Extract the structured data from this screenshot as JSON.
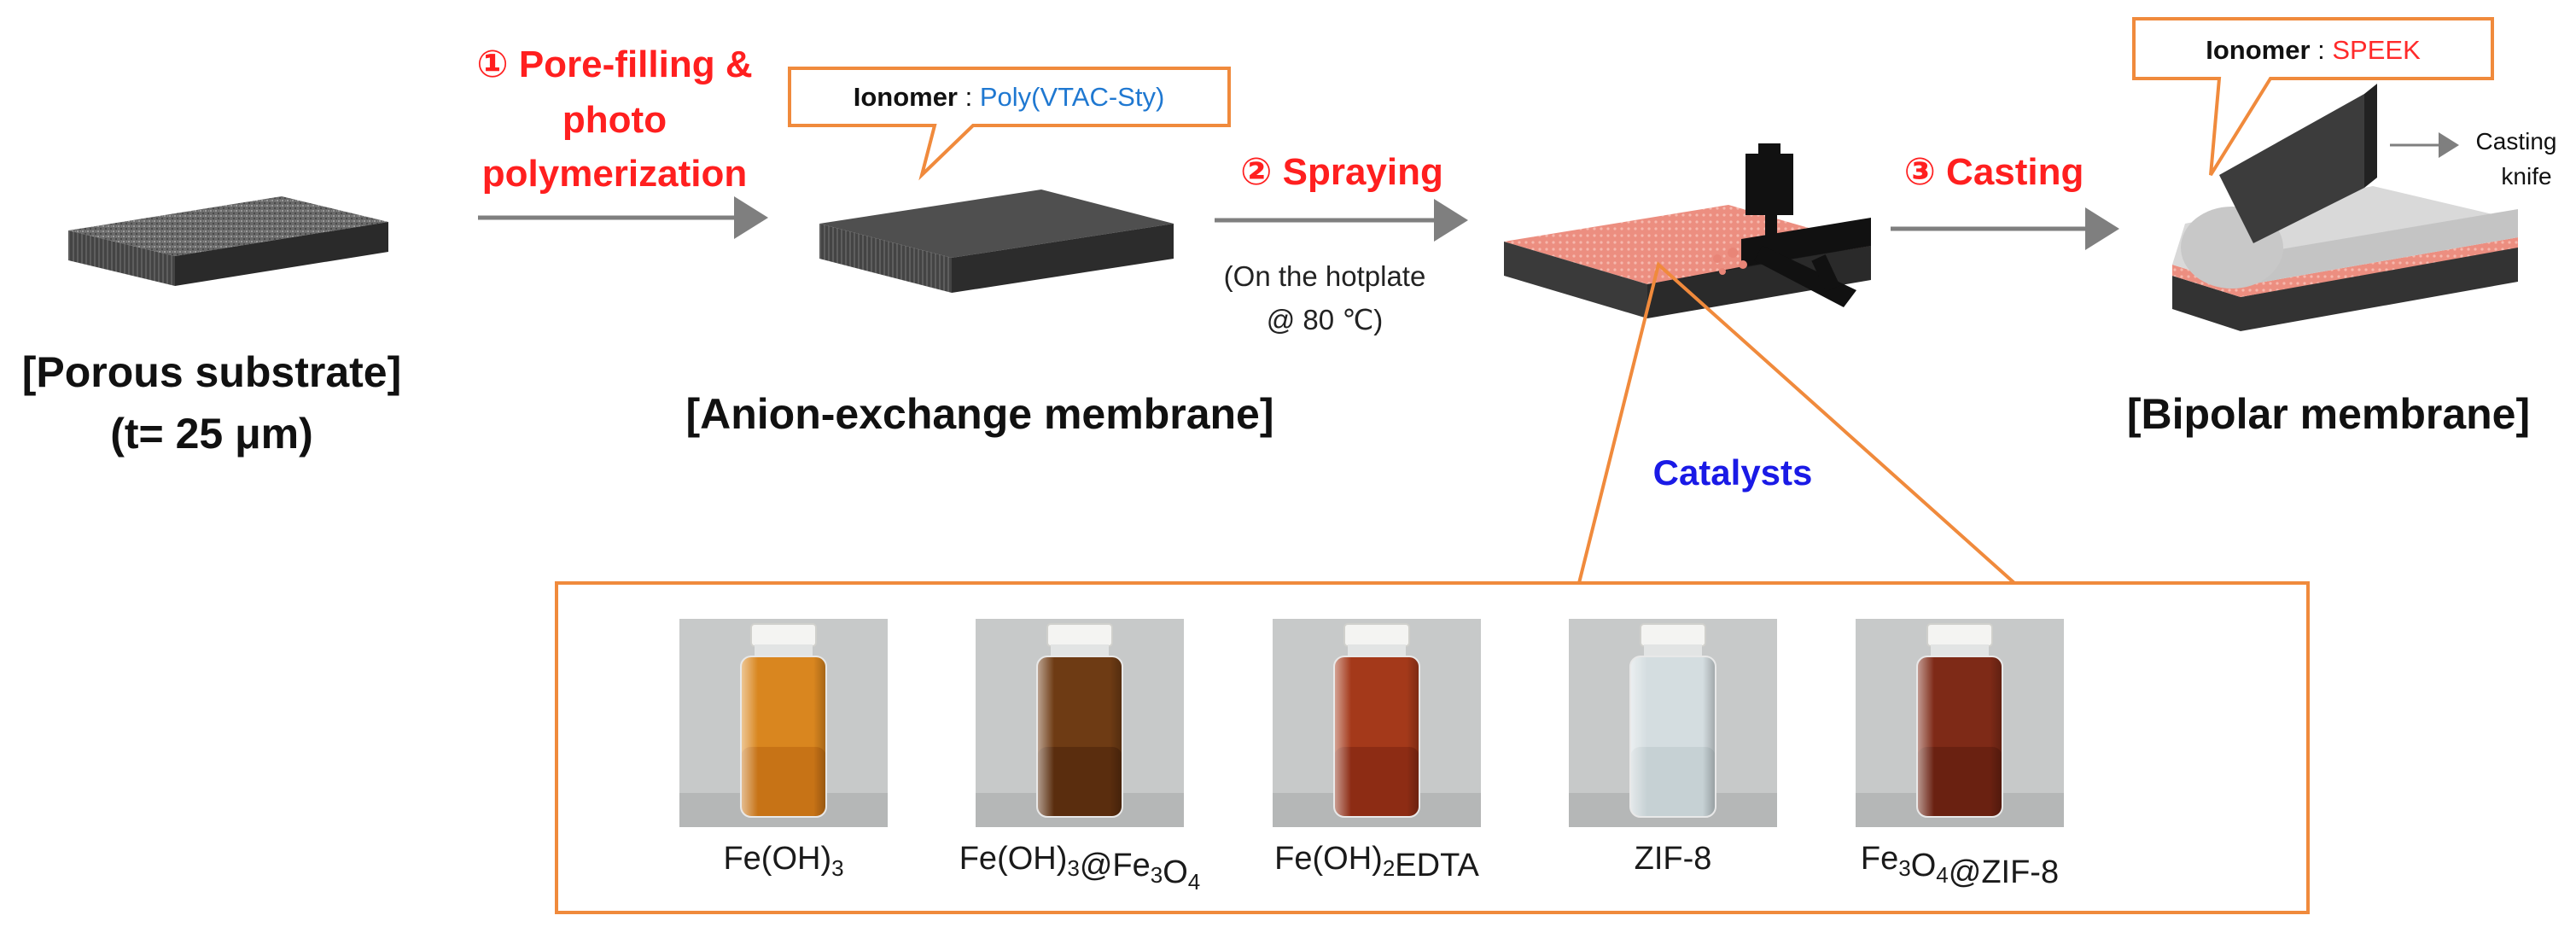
{
  "stage1": {
    "label_line1": "[Porous substrate]",
    "label_line2": "(t= 25 μm)"
  },
  "step1": {
    "line1": "① Pore-filling &",
    "line2": "photo",
    "line3": "polymerization"
  },
  "stage2": {
    "ionomer_key": "Ionomer",
    "ionomer_sep": " : ",
    "ionomer_value": "Poly(VTAC-Sty)",
    "label": "[Anion-exchange membrane]"
  },
  "step2": {
    "title": "② Spraying",
    "note_line1": "(On the hotplate",
    "note_line2": "@ 80 ℃)"
  },
  "step3": {
    "title": "③ Casting"
  },
  "stage3": {
    "ionomer_key": "Ionomer",
    "ionomer_sep": " : ",
    "ionomer_value": "SPEEK",
    "knife_line1": "Casting",
    "knife_line2": "knife",
    "label": "[Bipolar membrane]"
  },
  "catalysts": {
    "title": "Catalysts",
    "items": [
      {
        "parts": [
          [
            "Fe(OH)",
            ""
          ],
          [
            "3",
            "sub"
          ]
        ],
        "liquid": "#d9861f",
        "liquid_dark": "#b8640f"
      },
      {
        "parts": [
          [
            "Fe(OH)",
            ""
          ],
          [
            "3",
            "sub"
          ],
          [
            "@Fe",
            ""
          ],
          [
            "3",
            "sub"
          ],
          [
            "O",
            ""
          ],
          [
            "4",
            "sub"
          ]
        ],
        "liquid": "#6e3b14",
        "liquid_dark": "#4a230a"
      },
      {
        "parts": [
          [
            "Fe(OH)",
            ""
          ],
          [
            "2",
            "sub"
          ],
          [
            "EDTA",
            ""
          ]
        ],
        "liquid": "#a4391a",
        "liquid_dark": "#7a2210"
      },
      {
        "parts": [
          [
            "ZIF-8",
            ""
          ]
        ],
        "liquid": "#d4dde0",
        "liquid_dark": "#b9c6ca"
      },
      {
        "parts": [
          [
            "Fe",
            ""
          ],
          [
            "3",
            "sub"
          ],
          [
            "O",
            ""
          ],
          [
            "4",
            "sub"
          ],
          [
            "@ZIF-8",
            ""
          ]
        ],
        "liquid": "#7e2a17",
        "liquid_dark": "#591a0c"
      }
    ]
  },
  "colors": {
    "step_red": "#ff1f1f",
    "ionomer_blue": "#1f78d1",
    "ionomer_red": "#ff2a2a",
    "callout_orange": "#f08a3c",
    "catalyst_blue": "#1a1ae6",
    "arrow_gray": "#7f7f7f"
  }
}
